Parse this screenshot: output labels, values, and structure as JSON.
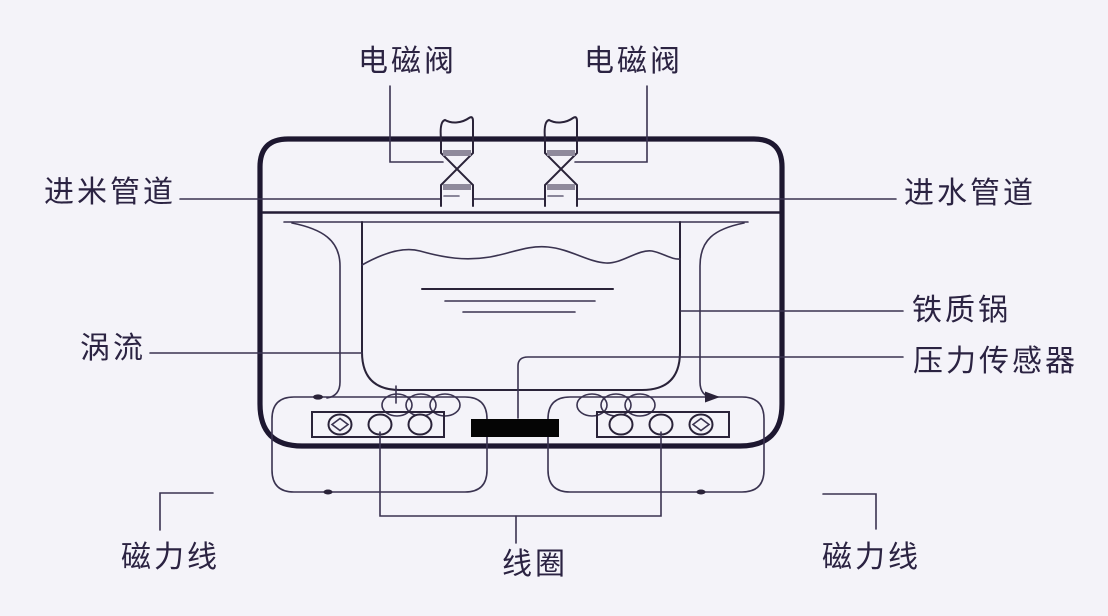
{
  "diagram": {
    "labels": {
      "valve_left": "电磁阀",
      "valve_right": "电磁阀",
      "rice_inlet": "进米管道",
      "water_inlet": "进水管道",
      "eddy_current": "涡流",
      "iron_pot": "铁质锅",
      "pressure_sensor": "压力传感器",
      "magnetic_lines_left": "磁力线",
      "coil": "线圈",
      "magnetic_lines_right": "磁力线"
    },
    "colors": {
      "background": "#f4f3f9",
      "ink": "#2a2339",
      "sensor_fill": "#050505",
      "valve_band": "#8f8a9c"
    }
  }
}
